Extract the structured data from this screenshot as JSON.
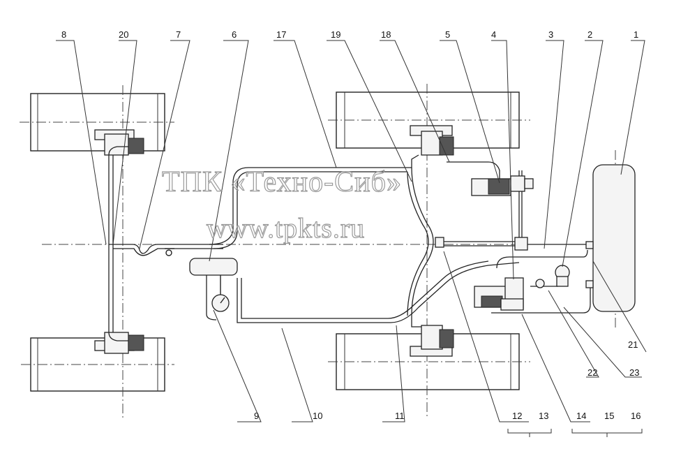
{
  "watermark": {
    "line1": "ТПК «Техно-Сиб»",
    "line2": "www.tpkts.ru"
  },
  "labels_top": [
    "8",
    "20",
    "7",
    "6",
    "17",
    "19",
    "18",
    "5",
    "4",
    "3",
    "2",
    "1"
  ],
  "labels_bottom": [
    "9",
    "10",
    "11",
    "12",
    "13",
    "14",
    "15",
    "16"
  ],
  "labels_right": [
    "21",
    "22",
    "23"
  ]
}
